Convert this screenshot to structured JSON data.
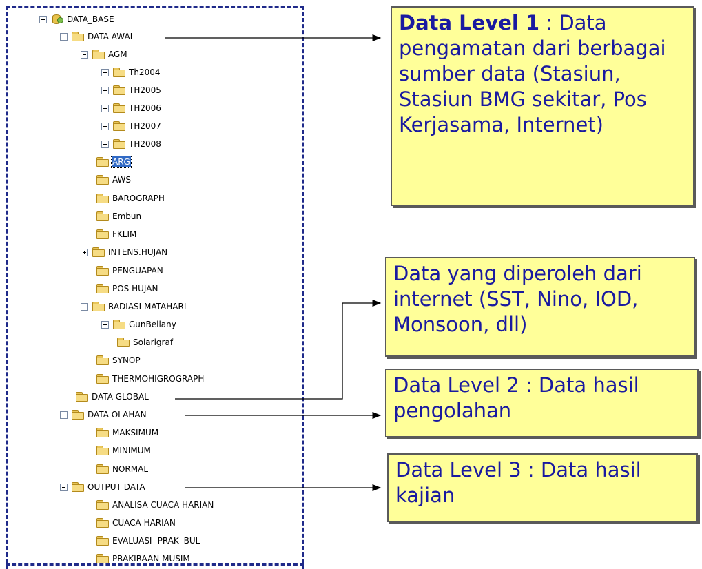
{
  "tree": {
    "root": "DATA_BASE",
    "nodes": [
      {
        "label": "DATA AWAL"
      },
      {
        "label": "AGM"
      },
      {
        "label": "Th2004"
      },
      {
        "label": "TH2005"
      },
      {
        "label": "TH2006"
      },
      {
        "label": "TH2007"
      },
      {
        "label": "TH2008"
      },
      {
        "label": "ARG"
      },
      {
        "label": "AWS"
      },
      {
        "label": "BAROGRAPH"
      },
      {
        "label": "Embun"
      },
      {
        "label": "FKLIM"
      },
      {
        "label": "INTENS.HUJAN"
      },
      {
        "label": "PENGUAPAN"
      },
      {
        "label": "POS HUJAN"
      },
      {
        "label": "RADIASI MATAHARI"
      },
      {
        "label": "GunBellany"
      },
      {
        "label": "Solarigraf"
      },
      {
        "label": "SYNOP"
      },
      {
        "label": "THERMOHIGROGRAPH"
      },
      {
        "label": "DATA GLOBAL"
      },
      {
        "label": "DATA OLAHAN"
      },
      {
        "label": "MAKSIMUM"
      },
      {
        "label": "MINIMUM"
      },
      {
        "label": "NORMAL"
      },
      {
        "label": "OUTPUT DATA"
      },
      {
        "label": "ANALISA CUACA HARIAN"
      },
      {
        "label": "CUACA HARIAN"
      },
      {
        "label": "EVALUASI- PRAK- BUL"
      },
      {
        "label": "PRAKIRAAN MUSIM"
      }
    ]
  },
  "callouts": {
    "level1_bold": "Data Level 1",
    "level1_rest": " : Data pengamatan dari berbagai sumber data (Stasiun, Stasiun BMG sekitar, Pos Kerjasama, Internet)",
    "global": "Data yang diperoleh dari internet (SST, Nino, IOD, Monsoon, dll)",
    "level2": "Data Level 2 : Data hasil pengolahan",
    "level3": "Data Level 3 : Data hasil kajian"
  },
  "colors": {
    "callout_bg": "#ffff99",
    "callout_text": "#1a1aa0",
    "frame_dash": "#1f2a8a",
    "selection": "#316ac5"
  }
}
